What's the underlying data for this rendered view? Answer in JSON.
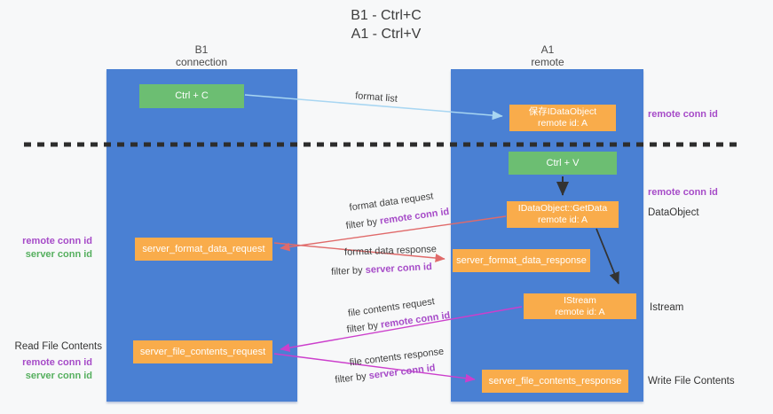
{
  "title": {
    "line1": "B1 - Ctrl+C",
    "line2": "A1 - Ctrl+V"
  },
  "columns": {
    "left": {
      "name": "B1",
      "subtitle": "connection"
    },
    "right": {
      "name": "A1",
      "subtitle": "remote"
    }
  },
  "boxes": {
    "ctrl_c": {
      "label": "Ctrl + C"
    },
    "ctrl_v": {
      "label": "Ctrl + V"
    },
    "save_dataobject": {
      "line1": "保存IDataObject",
      "line2": "remote id: A"
    },
    "getdata": {
      "line1": "IDataObject::GetData",
      "line2": "remote id: A"
    },
    "istream": {
      "line1": "IStream",
      "line2": "remote id: A"
    },
    "server_format_data_request": {
      "label": "server_format_data_request"
    },
    "server_format_data_response": {
      "label": "server_format_data_response"
    },
    "server_file_contents_request": {
      "label": "server_file_contents_request"
    },
    "server_file_contents_response": {
      "label": "server_file_contents_response"
    }
  },
  "flow_labels": {
    "format_list": "format list",
    "format_data_request": "format data request",
    "format_data_response": "format data response",
    "file_contents_request": "file contents request",
    "file_contents_response": "file contents response",
    "filter_by": "filter by",
    "remote_conn_id": "remote conn id",
    "server_conn_id": "server conn id"
  },
  "side_labels": {
    "remote_conn_id": "remote conn id",
    "server_conn_id": "server conn id",
    "dataobject": "DataObject",
    "istream": "Istream",
    "read_file_contents": "Read File Contents",
    "write_file_contents": "Write File Contents"
  },
  "colors": {
    "background": "#f7f8f9",
    "column_blue": "#4a80d3",
    "box_green": "#6cbe72",
    "box_orange": "#f9ac4b",
    "purple_text": "#a64bc8",
    "green_text": "#55af5e",
    "red_arrow": "#e06a6a",
    "magenta_arrow": "#cc3fcc",
    "light_blue_arrow": "#a8d6f2",
    "black_arrow": "#333333"
  }
}
